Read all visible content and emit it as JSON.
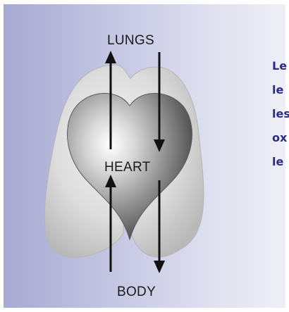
{
  "labels": {
    "lungs": "LUNGS",
    "heart": "HEART",
    "body": "BODY"
  },
  "side_text": {
    "lines": [
      "Le",
      "le",
      "les",
      "ox",
      "le"
    ]
  },
  "colors": {
    "background_left": "#a7a9d2",
    "background_right": "#efeff7",
    "side_text": "#2a2c86",
    "arrow": "#111111"
  },
  "icons": [
    "lungs-shape",
    "heart-shape",
    "arrow-up",
    "arrow-down"
  ]
}
